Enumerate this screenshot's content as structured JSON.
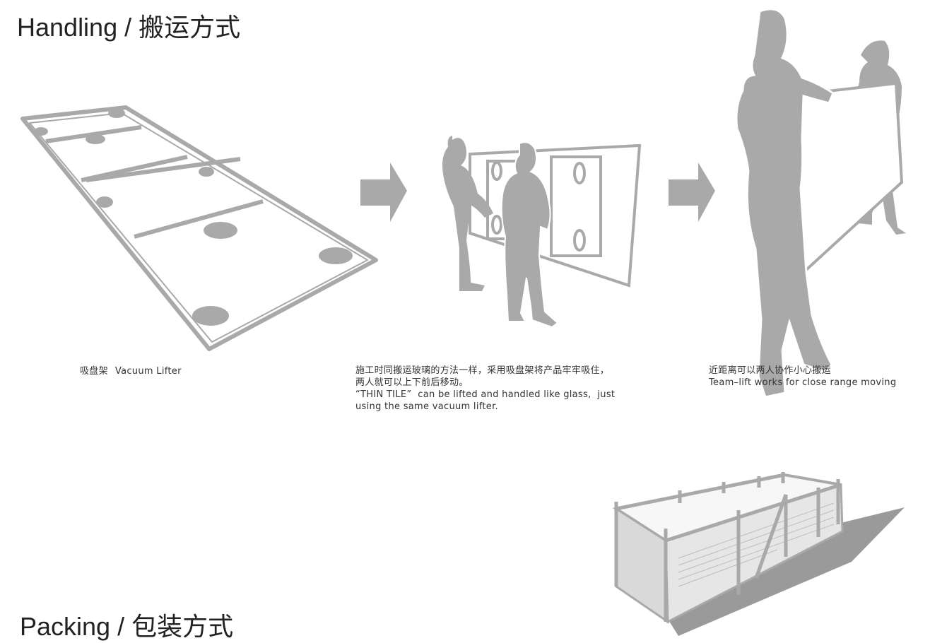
{
  "handling": {
    "title": "Handling / 搬运方式"
  },
  "captions": {
    "lifter_cn": "吸盘架",
    "lifter_en": "Vacuum Lifter",
    "glass_cn_1": "施工时同搬运玻璃的方法一样，采用吸盘架将产品牢牢吸住，",
    "glass_cn_2": "两人就可以上下前后移动。",
    "glass_en_1": "“THIN TILE”  can be lifted and handled like glass,  just",
    "glass_en_2": "using the same vacuum lifter.",
    "team_cn": "近距离可以两人协作小心搬运",
    "team_en": "Team–lift works for close range moving"
  },
  "packing": {
    "title": "Packing / 包装方式"
  },
  "colors": {
    "illustration_gray": "#a9a9a9",
    "dark_gray": "#8c8c8c",
    "text": "#222222"
  },
  "icons": [
    "vacuum-lifter-illustration",
    "arrow-right-icon",
    "two-workers-carrying-panel-illustration",
    "team-lift-illustration",
    "packing-crate-illustration"
  ]
}
